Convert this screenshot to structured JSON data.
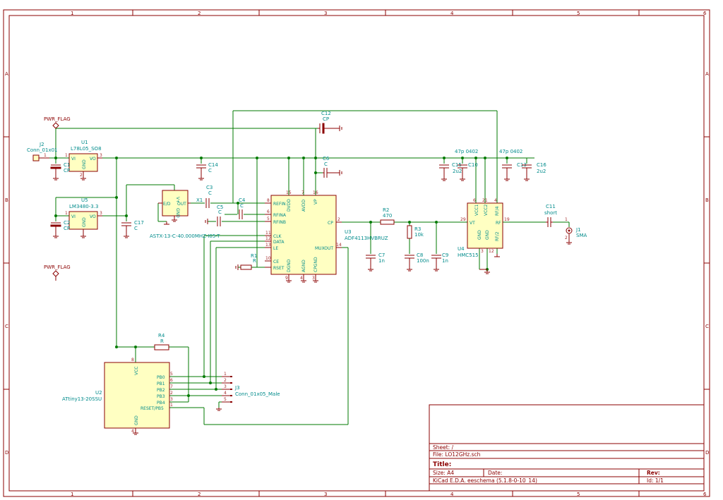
{
  "frame": {
    "cols": [
      "1",
      "2",
      "3",
      "4",
      "5",
      "6"
    ],
    "rows": [
      "A",
      "B",
      "C",
      "D"
    ]
  },
  "title_block": {
    "sheet": "Sheet: /",
    "file": "File: LO12GHz.sch",
    "title": "Title:",
    "size": "Size: A4",
    "date": "Date:",
    "rev": "Rev:",
    "tool": "KiCad E.D.A.  eeschema (5.1.8-0-10_14)",
    "id": "Id: 1/1"
  },
  "parts": {
    "pwr_flag1": "PWR_FLAG",
    "pwr_flag2": "PWR_FLAG",
    "j2_ref": "J2",
    "j2_val": "Conn_01x01",
    "j2_pin": "1",
    "u1_ref": "U1",
    "u1_val": "L78L05_SO8",
    "u1_vi": "VI",
    "u1_vo": "VO",
    "u1_gnd": "GND",
    "u1_p1": "1",
    "u1_p2": "2",
    "u1_p3": "3",
    "c1_ref": "C1",
    "c1_val": "CP",
    "c14_ref": "C14",
    "c14_val": "C",
    "u5_ref": "U5",
    "u5_val": "LM3480-3.3",
    "u5_vi": "VI",
    "u5_vo": "VO",
    "u5_gnd": "GND",
    "u5_p1": "1",
    "u5_p3": "3",
    "c2_ref": "C2",
    "c2_val": "CP",
    "c17_ref": "C17",
    "c17_val": "C",
    "x1_ref": "X1",
    "x1_val": "ASTX-13-C-40.000MHZ-I05-T",
    "x1_en": "E/D",
    "x1_out": "OUT",
    "x1_vp": "V+",
    "x1_gnd": "GND",
    "c3_ref": "C3",
    "c3_val": "C",
    "c4_ref": "C4",
    "c4_val": "C",
    "c5_ref": "C5",
    "c5_val": "C",
    "c6_ref": "C6",
    "c6_val": "C",
    "c12_ref": "C12",
    "c12_val": "CP",
    "r1_ref": "R1",
    "r1_val": "R",
    "u3_ref": "U3",
    "u3_val": "ADF4113HVBRUZ",
    "u3_pins": {
      "refin": "REFIN",
      "rfina": "RFINA",
      "rfinb": "RFINB",
      "clk": "CLK",
      "data": "DATA",
      "le": "LE",
      "ce": "CE",
      "rset": "RSET",
      "dvdd": "DVDD",
      "avdd": "AVDD",
      "vp": "VP",
      "cp": "CP",
      "muxout": "MUXOUT",
      "dgnd": "DGND",
      "agnd": "AGND",
      "cpgnd": "CPGND"
    },
    "u3_nums": {
      "n8": "8",
      "n6": "6",
      "n5": "5",
      "n11": "11",
      "n12": "12",
      "n13": "13",
      "n10": "10",
      "n15": "15",
      "n7": "7",
      "n16": "16",
      "n2": "2",
      "n14": "14",
      "n9": "9",
      "n4": "4",
      "n3": "3"
    },
    "r2_ref": "R2",
    "r2_val": "470",
    "r3_ref": "R3",
    "r3_val": "10k",
    "c7_ref": "C7",
    "c7_val": "1n",
    "c8_ref": "C8",
    "c8_val": "100n",
    "c9_ref": "C9",
    "c9_val": "1n",
    "u4_ref": "U4",
    "u4_val": "HMC515",
    "u4_pins": {
      "vcc1": "VCC1",
      "vcc2": "VCC2",
      "rf4": "RF/4",
      "vt": "VT",
      "rf": "RF",
      "gnd": "GND",
      "gnd2": "GND",
      "rf2": "RF/2"
    },
    "u4_nums": {
      "n6": "6",
      "n21": "21",
      "n4": "4",
      "n29": "29",
      "n19": "19",
      "n3": "3",
      "n12": "12"
    },
    "c15_ref": "C15",
    "c15_val": "2u2",
    "c10_ref": "C10",
    "c13_ref": "C13",
    "c16_ref": "C16",
    "c16_val": "2u2",
    "cap_47p_a": "47p 0402",
    "cap_47p_b": "47p 0402",
    "c11_ref": "C11",
    "c11_val": "short",
    "j1_ref": "J1",
    "j1_val": "SMA",
    "j1_p1": "1",
    "j1_p2": "2",
    "r4_ref": "R4",
    "r4_val": "R",
    "u2_ref": "U2",
    "u2_val": "ATtiny13-20SSU",
    "u2_pins": {
      "vcc": "VCC",
      "gnd": "GND",
      "pb0": "PB0",
      "pb1": "PB1",
      "pb2": "PB2",
      "pb3": "PB3",
      "pb4": "PB4",
      "reset": "RESET/PB5"
    },
    "u2_nums": {
      "n8": "8",
      "n5": "5",
      "n6": "6",
      "n7": "7",
      "n2": "2",
      "n3": "3",
      "n1": "1",
      "n4": "4"
    },
    "j3_ref": "J3",
    "j3_val": "Conn_01x05_Male",
    "j3_nums": [
      "1",
      "2",
      "3",
      "4",
      "5"
    ]
  },
  "colors": {
    "wire": "#007a00",
    "part": "#8b0000",
    "body": "#ffffc2",
    "ref": "#008b8b",
    "pinnum": "#a52a2a",
    "pinname": "#008b8b",
    "frame": "#8b0000",
    "power": "#8b0000"
  }
}
